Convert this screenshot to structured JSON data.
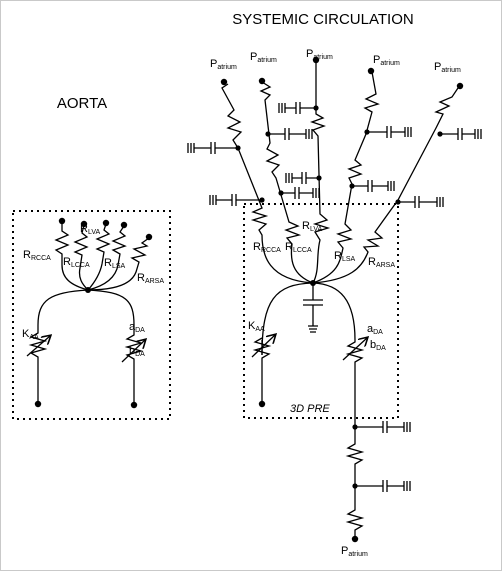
{
  "titles": {
    "systemic": "SYSTEMIC CIRCULATION",
    "aorta": "AORTA"
  },
  "labels": {
    "box_3d": "3D PRE",
    "p_main": "P",
    "p_sub": "atrium",
    "r": "R",
    "k": "K",
    "a": "a",
    "b": "b",
    "rcca": "RCCA",
    "lcca": "LCCA",
    "lva": "LVA",
    "lsa": "LSA",
    "arsa": "ARSA",
    "aa": "AA",
    "da": "DA"
  },
  "colors": {
    "ink": "#000000",
    "frame": "#c9c9c9"
  }
}
